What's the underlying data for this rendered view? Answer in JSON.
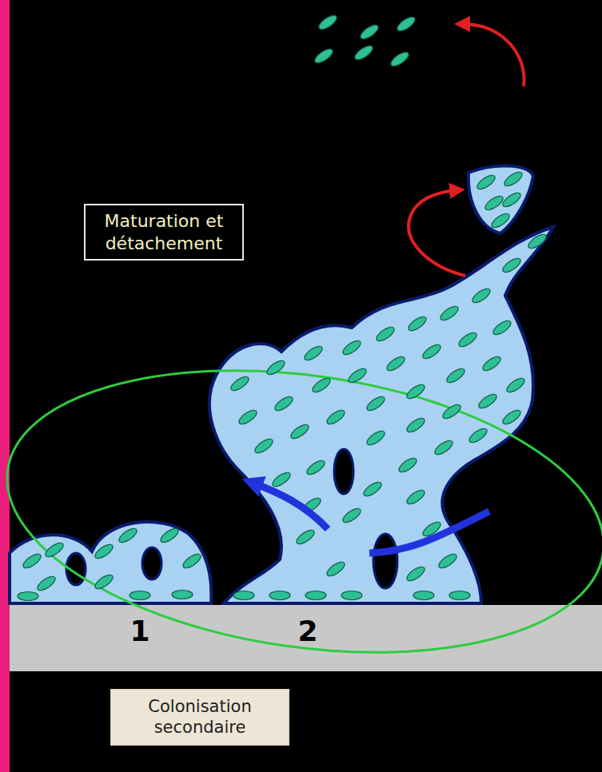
{
  "diagram": {
    "nodes": [
      {
        "text": [
          "Maturation et détachement"
        ]
      },
      {
        "text": [
          "Colonisation secondaire"
        ]
      }
    ],
    "labels": [
      "1",
      "2"
    ]
  }
}
